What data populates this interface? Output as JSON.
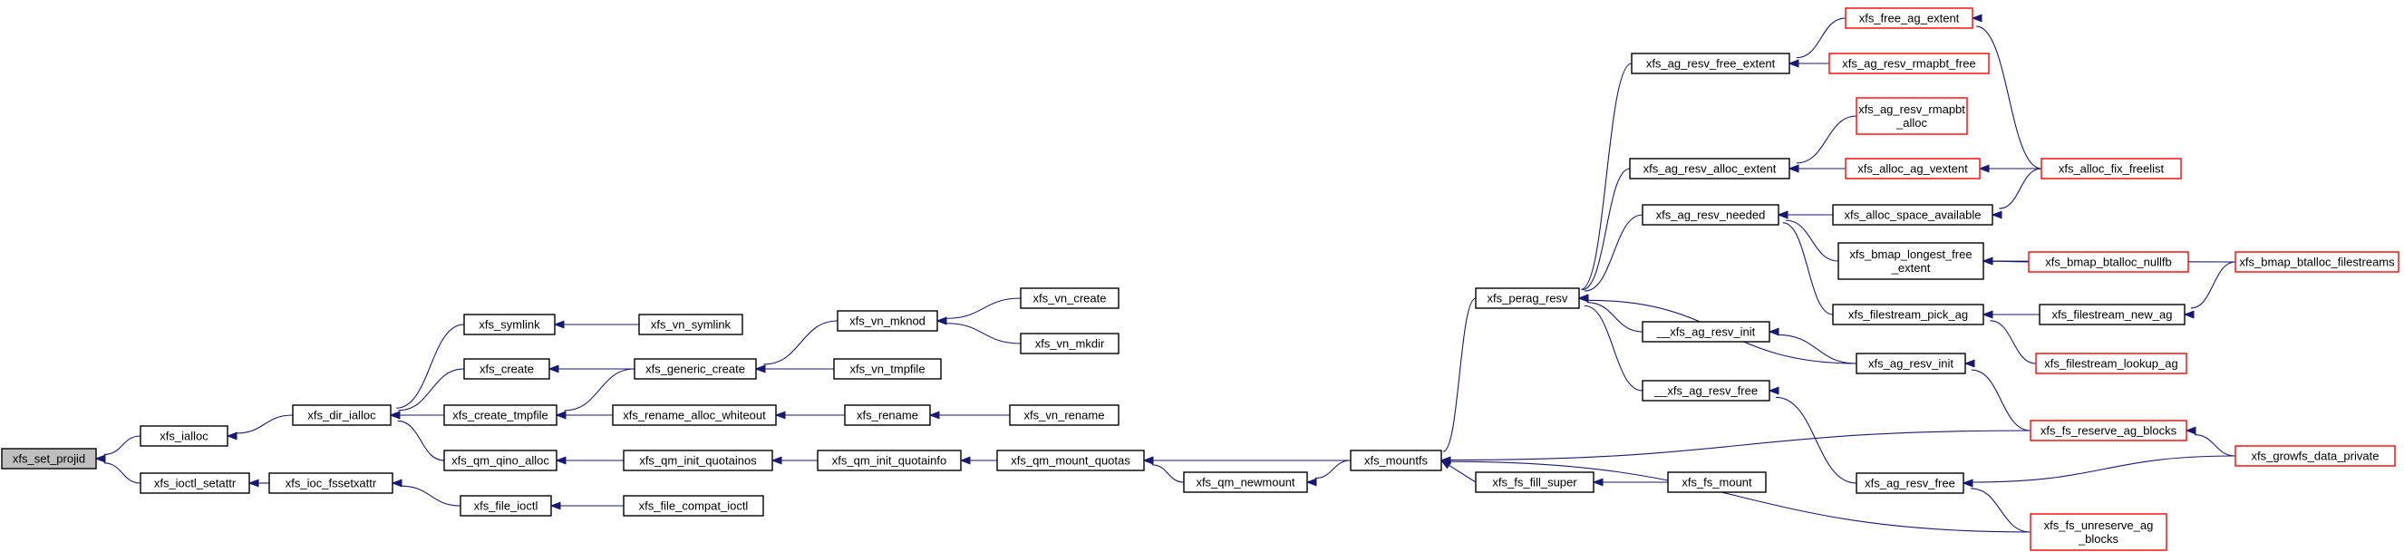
{
  "colors": {
    "edge": "#191970",
    "box_border_normal": "#000000",
    "box_border_truncated": "#ff0000",
    "root_fill": "#bfbfbf",
    "box_fill": "#ffffff"
  },
  "nodes": [
    {
      "id": "xfs_set_projid",
      "lines": [
        "xfs_set_projid"
      ],
      "style": "root"
    },
    {
      "id": "xfs_ialloc",
      "lines": [
        "xfs_ialloc"
      ],
      "style": "normal"
    },
    {
      "id": "xfs_ioctl_setattr",
      "lines": [
        "xfs_ioctl_setattr"
      ],
      "style": "normal"
    },
    {
      "id": "xfs_dir_ialloc",
      "lines": [
        "xfs_dir_ialloc"
      ],
      "style": "normal"
    },
    {
      "id": "xfs_ioc_fssetxattr",
      "lines": [
        "xfs_ioc_fssetxattr"
      ],
      "style": "normal"
    },
    {
      "id": "xfs_symlink",
      "lines": [
        "xfs_symlink"
      ],
      "style": "normal"
    },
    {
      "id": "xfs_create",
      "lines": [
        "xfs_create"
      ],
      "style": "normal"
    },
    {
      "id": "xfs_create_tmpfile",
      "lines": [
        "xfs_create_tmpfile"
      ],
      "style": "normal"
    },
    {
      "id": "xfs_qm_qino_alloc",
      "lines": [
        "xfs_qm_qino_alloc"
      ],
      "style": "normal"
    },
    {
      "id": "xfs_file_ioctl",
      "lines": [
        "xfs_file_ioctl"
      ],
      "style": "normal"
    },
    {
      "id": "xfs_vn_symlink",
      "lines": [
        "xfs_vn_symlink"
      ],
      "style": "normal"
    },
    {
      "id": "xfs_generic_create",
      "lines": [
        "xfs_generic_create"
      ],
      "style": "normal"
    },
    {
      "id": "xfs_rename_alloc_whiteout",
      "lines": [
        "xfs_rename_alloc_whiteout"
      ],
      "style": "normal"
    },
    {
      "id": "xfs_qm_init_quotainos",
      "lines": [
        "xfs_qm_init_quotainos"
      ],
      "style": "normal"
    },
    {
      "id": "xfs_file_compat_ioctl",
      "lines": [
        "xfs_file_compat_ioctl"
      ],
      "style": "normal"
    },
    {
      "id": "xfs_vn_mknod",
      "lines": [
        "xfs_vn_mknod"
      ],
      "style": "normal"
    },
    {
      "id": "xfs_vn_tmpfile",
      "lines": [
        "xfs_vn_tmpfile"
      ],
      "style": "normal"
    },
    {
      "id": "xfs_rename",
      "lines": [
        "xfs_rename"
      ],
      "style": "normal"
    },
    {
      "id": "xfs_qm_init_quotainfo",
      "lines": [
        "xfs_qm_init_quotainfo"
      ],
      "style": "normal"
    },
    {
      "id": "xfs_vn_create",
      "lines": [
        "xfs_vn_create"
      ],
      "style": "normal"
    },
    {
      "id": "xfs_vn_mkdir",
      "lines": [
        "xfs_vn_mkdir"
      ],
      "style": "normal"
    },
    {
      "id": "xfs_vn_rename",
      "lines": [
        "xfs_vn_rename"
      ],
      "style": "normal"
    },
    {
      "id": "xfs_qm_mount_quotas",
      "lines": [
        "xfs_qm_mount_quotas"
      ],
      "style": "normal"
    },
    {
      "id": "xfs_qm_newmount",
      "lines": [
        "xfs_qm_newmount"
      ],
      "style": "normal"
    },
    {
      "id": "xfs_mountfs",
      "lines": [
        "xfs_mountfs"
      ],
      "style": "normal"
    },
    {
      "id": "xfs_perag_resv",
      "lines": [
        "xfs_perag_resv"
      ],
      "style": "normal"
    },
    {
      "id": "xfs_fs_fill_super",
      "lines": [
        "xfs_fs_fill_super"
      ],
      "style": "normal"
    },
    {
      "id": "xfs_fs_mount",
      "lines": [
        "xfs_fs_mount"
      ],
      "style": "normal"
    },
    {
      "id": "xfs_ag_resv_free_extent",
      "lines": [
        "xfs_ag_resv_free_extent"
      ],
      "style": "normal"
    },
    {
      "id": "xfs_ag_resv_alloc_extent",
      "lines": [
        "xfs_ag_resv_alloc_extent"
      ],
      "style": "normal"
    },
    {
      "id": "xfs_ag_resv_needed",
      "lines": [
        "xfs_ag_resv_needed"
      ],
      "style": "normal"
    },
    {
      "id": "__xfs_ag_resv_init",
      "lines": [
        "__xfs_ag_resv_init"
      ],
      "style": "normal"
    },
    {
      "id": "__xfs_ag_resv_free",
      "lines": [
        "__xfs_ag_resv_free"
      ],
      "style": "normal"
    },
    {
      "id": "xfs_free_ag_extent",
      "lines": [
        "xfs_free_ag_extent"
      ],
      "style": "truncated"
    },
    {
      "id": "xfs_ag_resv_rmapbt_free",
      "lines": [
        "xfs_ag_resv_rmapbt_free"
      ],
      "style": "truncated"
    },
    {
      "id": "xfs_ag_resv_rmapbt_alloc",
      "lines": [
        "xfs_ag_resv_rmapbt",
        "_alloc"
      ],
      "style": "truncated"
    },
    {
      "id": "xfs_alloc_ag_vextent",
      "lines": [
        "xfs_alloc_ag_vextent"
      ],
      "style": "truncated"
    },
    {
      "id": "xfs_alloc_space_available",
      "lines": [
        "xfs_alloc_space_available"
      ],
      "style": "normal"
    },
    {
      "id": "xfs_bmap_longest_free_extent",
      "lines": [
        "xfs_bmap_longest_free",
        "_extent"
      ],
      "style": "normal"
    },
    {
      "id": "xfs_filestream_pick_ag",
      "lines": [
        "xfs_filestream_pick_ag"
      ],
      "style": "normal"
    },
    {
      "id": "xfs_ag_resv_init",
      "lines": [
        "xfs_ag_resv_init"
      ],
      "style": "normal"
    },
    {
      "id": "xfs_ag_resv_free",
      "lines": [
        "xfs_ag_resv_free"
      ],
      "style": "normal"
    },
    {
      "id": "xfs_fs_reserve_ag_blocks",
      "lines": [
        "xfs_fs_reserve_ag_blocks"
      ],
      "style": "truncated"
    },
    {
      "id": "xfs_fs_unreserve_ag_blocks",
      "lines": [
        "xfs_fs_unreserve_ag",
        "_blocks"
      ],
      "style": "truncated"
    },
    {
      "id": "xfs_alloc_fix_freelist",
      "lines": [
        "xfs_alloc_fix_freelist"
      ],
      "style": "truncated"
    },
    {
      "id": "xfs_bmap_btalloc_nullfb",
      "lines": [
        "xfs_bmap_btalloc_nullfb"
      ],
      "style": "truncated"
    },
    {
      "id": "xfs_filestream_new_ag",
      "lines": [
        "xfs_filestream_new_ag"
      ],
      "style": "normal"
    },
    {
      "id": "xfs_filestream_lookup_ag",
      "lines": [
        "xfs_filestream_lookup_ag"
      ],
      "style": "truncated"
    },
    {
      "id": "xfs_bmap_btalloc_filestreams",
      "lines": [
        "xfs_bmap_btalloc_filestreams"
      ],
      "style": "truncated"
    },
    {
      "id": "xfs_growfs_data_private",
      "lines": [
        "xfs_growfs_data_private"
      ],
      "style": "truncated"
    }
  ],
  "edges": [
    {
      "from": "xfs_ialloc",
      "to": "xfs_set_projid"
    },
    {
      "from": "xfs_ioctl_setattr",
      "to": "xfs_set_projid"
    },
    {
      "from": "xfs_dir_ialloc",
      "to": "xfs_ialloc"
    },
    {
      "from": "xfs_ioc_fssetxattr",
      "to": "xfs_ioctl_setattr"
    },
    {
      "from": "xfs_symlink",
      "to": "xfs_dir_ialloc"
    },
    {
      "from": "xfs_create",
      "to": "xfs_dir_ialloc"
    },
    {
      "from": "xfs_create_tmpfile",
      "to": "xfs_dir_ialloc"
    },
    {
      "from": "xfs_qm_qino_alloc",
      "to": "xfs_dir_ialloc"
    },
    {
      "from": "xfs_file_ioctl",
      "to": "xfs_ioc_fssetxattr"
    },
    {
      "from": "xfs_vn_symlink",
      "to": "xfs_symlink"
    },
    {
      "from": "xfs_generic_create",
      "to": "xfs_create"
    },
    {
      "from": "xfs_generic_create",
      "to": "xfs_create_tmpfile"
    },
    {
      "from": "xfs_rename_alloc_whiteout",
      "to": "xfs_create_tmpfile"
    },
    {
      "from": "xfs_qm_init_quotainos",
      "to": "xfs_qm_qino_alloc"
    },
    {
      "from": "xfs_file_compat_ioctl",
      "to": "xfs_file_ioctl"
    },
    {
      "from": "xfs_vn_mknod",
      "to": "xfs_generic_create"
    },
    {
      "from": "xfs_vn_tmpfile",
      "to": "xfs_generic_create"
    },
    {
      "from": "xfs_rename",
      "to": "xfs_rename_alloc_whiteout"
    },
    {
      "from": "xfs_qm_init_quotainfo",
      "to": "xfs_qm_init_quotainos"
    },
    {
      "from": "xfs_vn_create",
      "to": "xfs_vn_mknod"
    },
    {
      "from": "xfs_vn_mkdir",
      "to": "xfs_vn_mknod"
    },
    {
      "from": "xfs_vn_rename",
      "to": "xfs_rename"
    },
    {
      "from": "xfs_qm_mount_quotas",
      "to": "xfs_qm_init_quotainfo"
    },
    {
      "from": "xfs_qm_newmount",
      "to": "xfs_qm_mount_quotas"
    },
    {
      "from": "xfs_mountfs",
      "to": "xfs_qm_mount_quotas"
    },
    {
      "from": "xfs_mountfs",
      "to": "xfs_qm_newmount"
    },
    {
      "from": "xfs_fs_fill_super",
      "to": "xfs_mountfs"
    },
    {
      "from": "xfs_fs_mount",
      "to": "xfs_fs_fill_super"
    },
    {
      "from": "xfs_perag_resv",
      "to": "xfs_mountfs"
    },
    {
      "from": "xfs_ag_resv_free_extent",
      "to": "xfs_perag_resv"
    },
    {
      "from": "xfs_ag_resv_alloc_extent",
      "to": "xfs_perag_resv"
    },
    {
      "from": "xfs_ag_resv_needed",
      "to": "xfs_perag_resv"
    },
    {
      "from": "__xfs_ag_resv_init",
      "to": "xfs_perag_resv"
    },
    {
      "from": "__xfs_ag_resv_free",
      "to": "xfs_perag_resv"
    },
    {
      "from": "xfs_ag_resv_init",
      "to": "xfs_perag_resv"
    },
    {
      "from": "xfs_free_ag_extent",
      "to": "xfs_ag_resv_free_extent"
    },
    {
      "from": "xfs_ag_resv_rmapbt_free",
      "to": "xfs_ag_resv_free_extent"
    },
    {
      "from": "xfs_ag_resv_rmapbt_alloc",
      "to": "xfs_ag_resv_alloc_extent"
    },
    {
      "from": "xfs_alloc_ag_vextent",
      "to": "xfs_ag_resv_alloc_extent"
    },
    {
      "from": "xfs_alloc_space_available",
      "to": "xfs_ag_resv_needed"
    },
    {
      "from": "xfs_bmap_longest_free_extent",
      "to": "xfs_ag_resv_needed"
    },
    {
      "from": "xfs_filestream_pick_ag",
      "to": "xfs_ag_resv_needed"
    },
    {
      "from": "xfs_ag_resv_init",
      "to": "__xfs_ag_resv_init"
    },
    {
      "from": "xfs_ag_resv_free",
      "to": "__xfs_ag_resv_free"
    },
    {
      "from": "xfs_fs_reserve_ag_blocks",
      "to": "xfs_ag_resv_init"
    },
    {
      "from": "xfs_fs_reserve_ag_blocks",
      "to": "xfs_mountfs"
    },
    {
      "from": "xfs_fs_unreserve_ag_blocks",
      "to": "xfs_ag_resv_free"
    },
    {
      "from": "xfs_fs_unreserve_ag_blocks",
      "to": "xfs_mountfs"
    },
    {
      "from": "xfs_alloc_fix_freelist",
      "to": "xfs_free_ag_extent"
    },
    {
      "from": "xfs_alloc_fix_freelist",
      "to": "xfs_alloc_ag_vextent"
    },
    {
      "from": "xfs_alloc_fix_freelist",
      "to": "xfs_alloc_space_available"
    },
    {
      "from": "xfs_bmap_btalloc_nullfb",
      "to": "xfs_bmap_longest_free_extent"
    },
    {
      "from": "xfs_bmap_btalloc_filestreams",
      "to": "xfs_bmap_longest_free_extent"
    },
    {
      "from": "xfs_filestream_new_ag",
      "to": "xfs_filestream_pick_ag"
    },
    {
      "from": "xfs_filestream_lookup_ag",
      "to": "xfs_filestream_pick_ag"
    },
    {
      "from": "xfs_bmap_btalloc_filestreams",
      "to": "xfs_filestream_new_ag"
    },
    {
      "from": "xfs_growfs_data_private",
      "to": "xfs_fs_reserve_ag_blocks"
    },
    {
      "from": "xfs_growfs_data_private",
      "to": "xfs_ag_resv_free"
    }
  ]
}
